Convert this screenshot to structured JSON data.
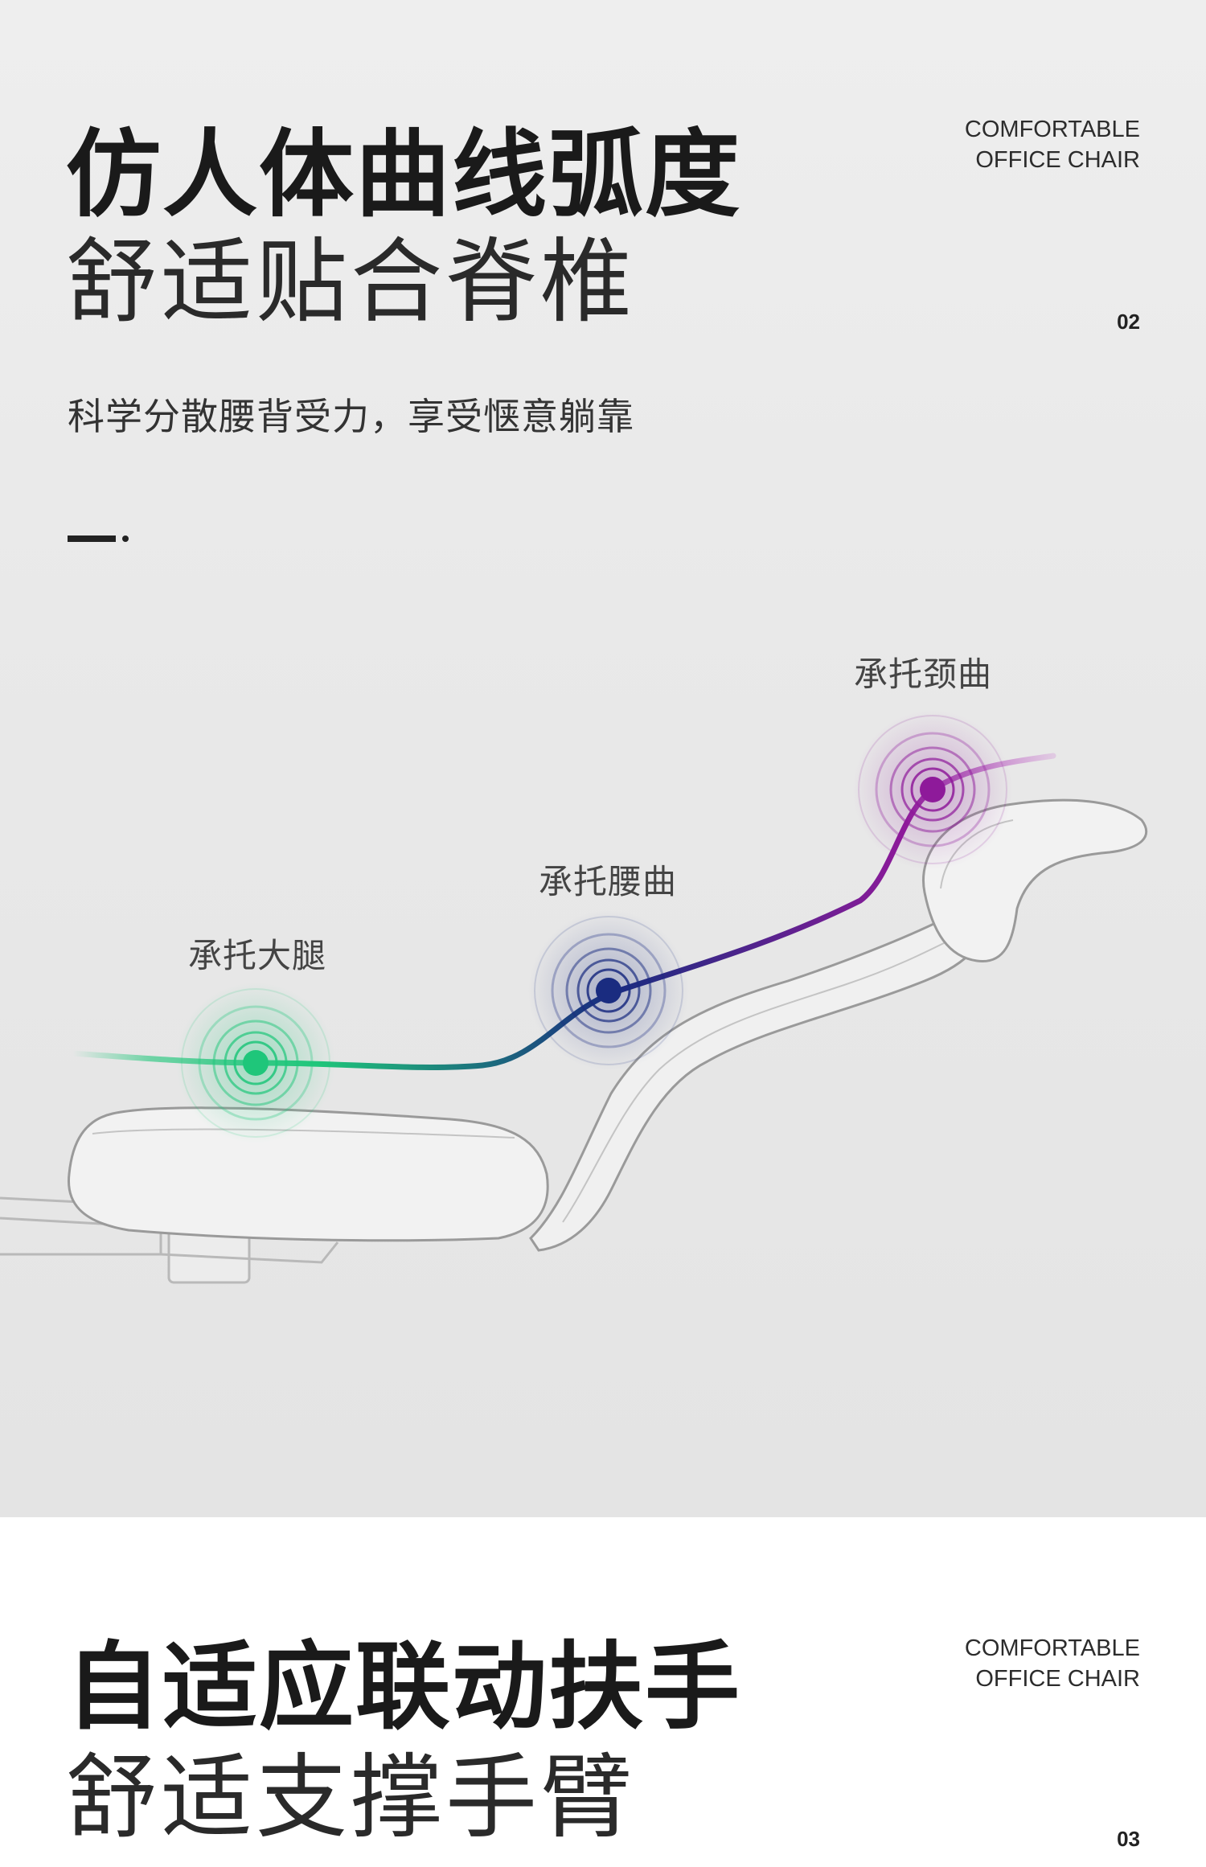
{
  "section1": {
    "title_bold": "仿人体曲线弧度",
    "title_light": "舒适贴合脊椎",
    "description": "科学分散腰背受力，享受惬意躺靠",
    "brand_line1": "COMFORTABLE",
    "brand_line2": "OFFICE CHAIR",
    "page_number": "02",
    "points": [
      {
        "label": "承托颈曲",
        "color": "#8e1a9a"
      },
      {
        "label": "承托腰曲",
        "color": "#1a2c80"
      },
      {
        "label": "承托大腿",
        "color": "#1fc67a"
      }
    ]
  },
  "section2": {
    "title_bold": "自适应联动扶手",
    "title_light": "舒适支撑手臂",
    "brand_line1": "COMFORTABLE",
    "brand_line2": "OFFICE CHAIR",
    "page_number": "03"
  },
  "colors": {
    "neck": "#8e1a9a",
    "lumbar": "#1a2c80",
    "thigh": "#1fc67a",
    "background_top": "#ebebeb",
    "background_bottom": "#ffffff"
  }
}
